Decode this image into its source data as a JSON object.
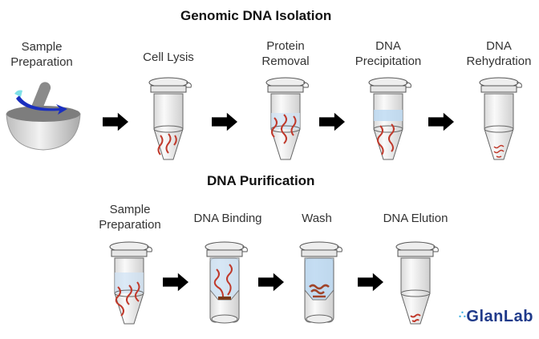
{
  "sections": [
    {
      "title": "Genomic DNA Isolation",
      "steps": [
        {
          "label_lines": [
            "Sample",
            "Preparation"
          ],
          "figure": "mortar-pestle"
        },
        {
          "label_lines": [
            "Cell Lysis"
          ],
          "figure": "tube-lysis"
        },
        {
          "label_lines": [
            "Protein",
            "Removal"
          ],
          "figure": "tube-protein-removal"
        },
        {
          "label_lines": [
            "DNA",
            "Precipitation"
          ],
          "figure": "tube-precipitation"
        },
        {
          "label_lines": [
            "DNA",
            "Rehydration"
          ],
          "figure": "tube-rehydration"
        }
      ]
    },
    {
      "title": "DNA Purification",
      "steps": [
        {
          "label_lines": [
            "Sample",
            "Preparation"
          ],
          "figure": "tube-sample"
        },
        {
          "label_lines": [
            "DNA Binding"
          ],
          "figure": "spin-column-binding"
        },
        {
          "label_lines": [
            "Wash"
          ],
          "figure": "spin-column-wash"
        },
        {
          "label_lines": [
            "DNA Elution"
          ],
          "figure": "tube-elution"
        }
      ]
    }
  ],
  "logo": {
    "text": "GlanLab",
    "icon": "molecule-icon"
  },
  "colors": {
    "dna": "#c0392b",
    "buffer": "#bcd9f2",
    "arrow": "#000000",
    "logo": "#1f3a8a",
    "logo_accent": "#2aa8e0",
    "swirl": "#1a2fbf"
  }
}
